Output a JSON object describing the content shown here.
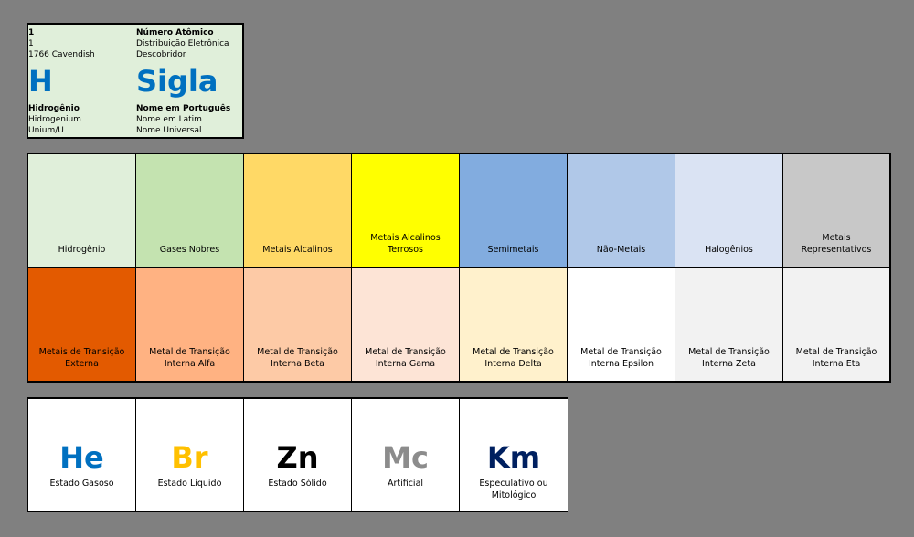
{
  "key": {
    "left": {
      "number": "1",
      "config": "1",
      "discovery": "1766 Cavendish",
      "symbol": "H",
      "name_pt": "Hidrogênio",
      "name_latin": "Hidrogenium",
      "name_universal": "Unium/U"
    },
    "right": {
      "number": "Número Atômico",
      "config": "Distribuição Eletrônica",
      "discovery": "Descobridor",
      "symbol": "Sigla",
      "name_pt": "Nome em Português",
      "name_latin": "Nome em Latim",
      "name_universal": "Nome Universal"
    },
    "symbol_color": "#0070c0",
    "background": "#e0efda"
  },
  "categories": {
    "row1": [
      {
        "label": "Hidrogênio",
        "color": "#e0efda"
      },
      {
        "label": "Gases Nobres",
        "color": "#c4e3b0"
      },
      {
        "label": "Metais Alcalinos",
        "color": "#ffd966"
      },
      {
        "label": "Metais Alcalinos Terrosos",
        "color": "#ffff00"
      },
      {
        "label": "Semimetais",
        "color": "#82acdf"
      },
      {
        "label": "Não-Metais",
        "color": "#b0c8e8"
      },
      {
        "label": "Halogênios",
        "color": "#dae3f3"
      },
      {
        "label": "Metais Representativos",
        "color": "#c8c8c8"
      }
    ],
    "row2": [
      {
        "label": "Metais de Transição Externa",
        "color": "#e35a00"
      },
      {
        "label": "Metal de Transição Interna Alfa",
        "color": "#ffb282"
      },
      {
        "label": "Metal de Transição Interna Beta",
        "color": "#fdcaa6"
      },
      {
        "label": "Metal de Transição Interna Gama",
        "color": "#fde4d6"
      },
      {
        "label": "Metal de Transição Interna Delta",
        "color": "#fff1cc"
      },
      {
        "label": "Metal de Transição Interna Epsilon",
        "color": "#ffffff"
      },
      {
        "label": "Metal de Transição Interna Zeta",
        "color": "#f2f2f2"
      },
      {
        "label": "Metal de Transição Interna Eta",
        "color": "#f2f2f2"
      }
    ]
  },
  "states": [
    {
      "symbol": "He",
      "label": "Estado Gasoso",
      "color": "#0070c0"
    },
    {
      "symbol": "Br",
      "label": "Estado Líquido",
      "color": "#ffc000"
    },
    {
      "symbol": "Zn",
      "label": "Estado Sólido",
      "color": "#000000"
    },
    {
      "symbol": "Mc",
      "label": "Artificial",
      "color": "#8c8c8c"
    },
    {
      "symbol": "Km",
      "label": "Especulativo ou Mitológico",
      "color": "#002060"
    }
  ]
}
